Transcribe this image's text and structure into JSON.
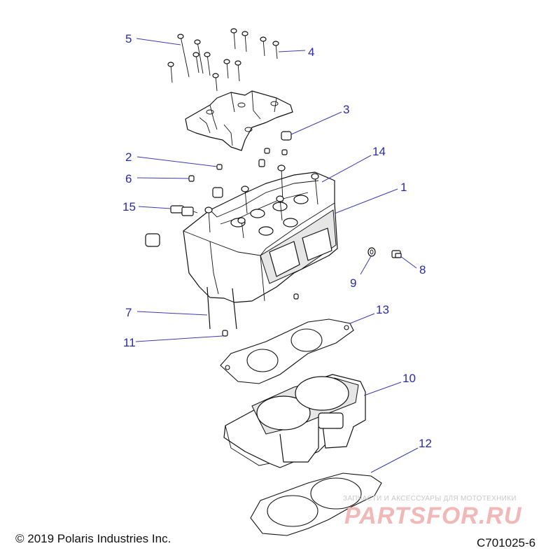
{
  "callouts": [
    {
      "number": "1"
    },
    {
      "number": "2"
    },
    {
      "number": "3"
    },
    {
      "number": "4"
    },
    {
      "number": "5"
    },
    {
      "number": "6"
    },
    {
      "number": "7"
    },
    {
      "number": "8"
    },
    {
      "number": "9"
    },
    {
      "number": "10"
    },
    {
      "number": "11"
    },
    {
      "number": "12"
    },
    {
      "number": "13"
    },
    {
      "number": "14"
    },
    {
      "number": "15"
    }
  ],
  "footer": {
    "copyright": "© 2019 Polaris Industries Inc.",
    "figure_id": "C701025-6"
  },
  "watermark": {
    "tagline": "ЗАПЧАСТИ И АКСЕССУАРЫ ДЛЯ МОТОТЕХНИКИ",
    "logo_text": "PARTSFOR.RU"
  },
  "colors": {
    "callout": "#2a2aa8",
    "line_art": "#111111",
    "watermark_logo": "#f2b8b8"
  }
}
